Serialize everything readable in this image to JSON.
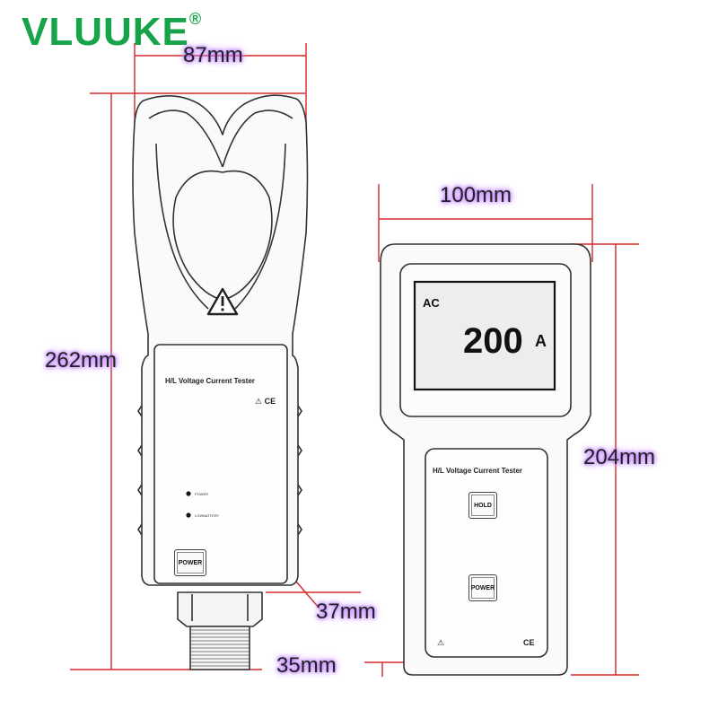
{
  "brand": {
    "name": "VLUUKE",
    "registered_mark": "®"
  },
  "dimensions": {
    "clamp_width": "87mm",
    "clamp_height": "262mm",
    "clamp_neck_width": "37mm",
    "clamp_connector_length": "35mm",
    "handheld_width": "100mm",
    "handheld_height": "204mm"
  },
  "clamp_meter": {
    "label": "H/L Voltage Current Tester",
    "marks": "⚠ CE",
    "indicator_power": "POWER",
    "indicator_low_battery": "LOWBATTERY",
    "power_button": "POWER"
  },
  "handheld_meter": {
    "display_mode": "AC",
    "display_value": "200",
    "display_unit": "A",
    "label": "H/L Voltage Current Tester",
    "hold_button": "HOLD",
    "power_button": "POWER",
    "warning_mark": "⚠",
    "ce_mark": "CE"
  },
  "colors": {
    "brand": "#16a34a",
    "dimension_line": "#d62828",
    "label_glow": "#c084fc",
    "outline": "#333333"
  }
}
